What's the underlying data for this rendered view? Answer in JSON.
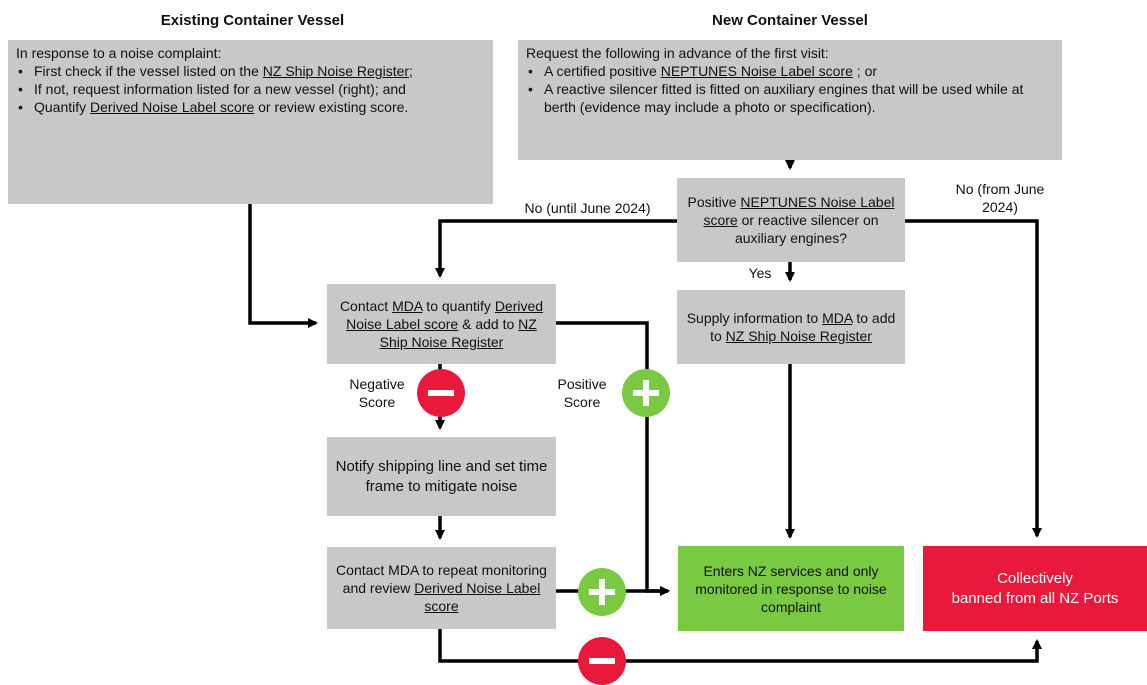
{
  "headers": {
    "existing": "Existing Container Vessel",
    "new": "New Container Vessel"
  },
  "existing_box": {
    "intro": "In response to a noise complaint:",
    "b1_pre": "First check if the vessel listed on the ",
    "b1_link": "NZ Ship Noise Register",
    "b1_post": ";",
    "b2": "If not, request information listed for a new vessel (right); and",
    "b3_pre": "Quantify ",
    "b3_link": "Derived Noise Label score",
    "b3_post": " or review existing score."
  },
  "new_box": {
    "intro": "Request the following  in advance of the first visit:",
    "b1_pre": "A certified positive ",
    "b1_link": "NEPTUNES Noise Label score",
    "b1_post": " ; or",
    "b2": "A reactive silencer fitted is fitted on auxiliary engines that will be used while at berth (evidence may include a photo or specification)."
  },
  "decision_box": {
    "pre": "Positive ",
    "link": "NEPTUNES Noise Label score",
    "post": " or reactive silencer on auxiliary engines?"
  },
  "contact_box": {
    "pre": "Contact ",
    "link1": "MDA",
    "mid": " to quantify ",
    "link2": "Derived Noise Label score",
    "mid2": " & add to ",
    "link3": "NZ Ship Noise Register"
  },
  "supply_box": {
    "pre": "Supply information to ",
    "link1": "MDA",
    "mid": " to add to ",
    "link2": "NZ Ship Noise Register"
  },
  "notify_box": {
    "text": "Notify shipping line and set time frame to mitigate noise"
  },
  "repeat_box": {
    "pre": "Contact MDA to repeat monitoring and review ",
    "link": "Derived Noise Label score"
  },
  "enters_box": {
    "text": "Enters NZ services and only monitored in response to noise complaint"
  },
  "banned_box": {
    "line1": "Collectively",
    "line2": "banned from all NZ Ports"
  },
  "labels": {
    "no_until": "No (until June 2024)",
    "no_from_1": "No (from June",
    "no_from_2": "2024)",
    "yes": "Yes",
    "negative_1": "Negative",
    "negative_2": "Score",
    "positive_1": "Positive",
    "positive_2": "Score"
  },
  "icons": {
    "minus": "minus-circle-icon",
    "plus": "plus-circle-icon"
  },
  "colors": {
    "box_grey": "#c8c8c8",
    "green": "#7ac943",
    "red": "#e8193b",
    "line": "#000000"
  }
}
